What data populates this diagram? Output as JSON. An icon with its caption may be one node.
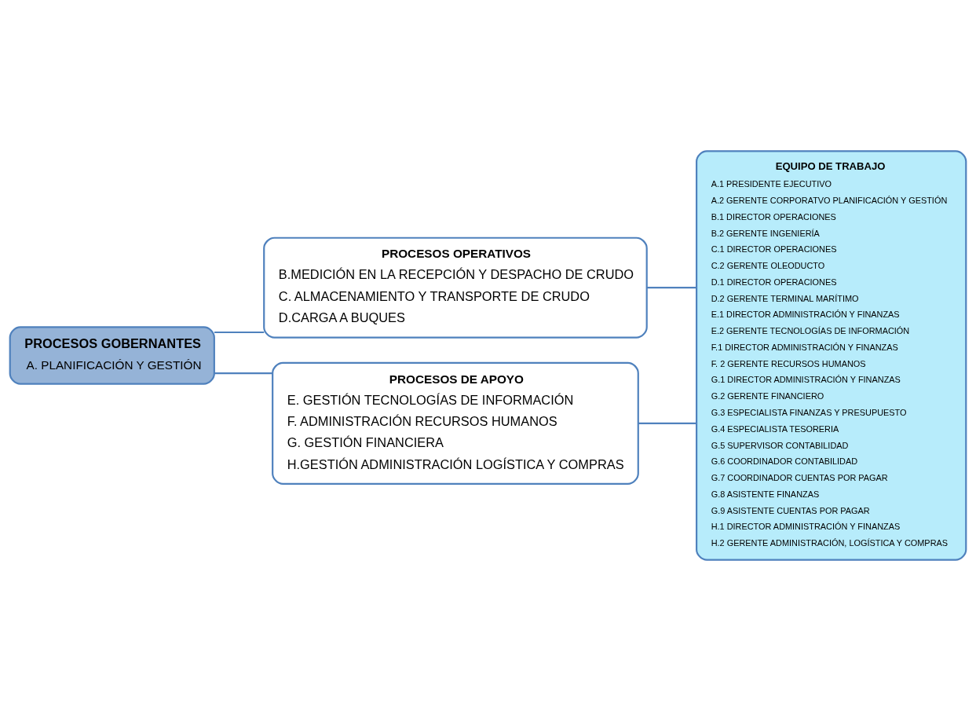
{
  "diagram": {
    "nodes": [
      {
        "text": [
          "PROCESOS GOBERNANTES",
          "A. PLANIFICACIÓN Y GESTIÓN"
        ]
      },
      {
        "text": [
          "PROCESOS OPERATIVOS",
          "B.MEDICIÓN EN LA RECEPCIÓN Y DESPACHO DE CRUDO",
          "C. ALMACENAMIENTO Y TRANSPORTE DE CRUDO",
          "D.CARGA A BUQUES"
        ]
      },
      {
        "text": [
          "PROCESOS DE APOYO",
          "E. GESTIÓN TECNOLOGÍAS DE INFORMACIÓN",
          "F. ADMINISTRACIÓN RECURSOS HUMANOS",
          "G. GESTIÓN FINANCIERA",
          "H.GESTIÓN ADMINISTRACIÓN LOGÍSTICA Y COMPRAS"
        ]
      },
      {
        "text": [
          "EQUIPO DE TRABAJO",
          "A.1 PRESIDENTE EJECUTIVO",
          "A.2 GERENTE CORPORATVO PLANIFICACIÓN Y GESTIÓN",
          "B.1 DIRECTOR OPERACIONES",
          "B.2 GERENTE INGENIERÍA",
          "C.1 DIRECTOR OPERACIONES",
          "C.2 GERENTE OLEODUCTO",
          "D.1 DIRECTOR OPERACIONES",
          "D.2 GERENTE TERMINAL MARÍTIMO",
          "E.1 DIRECTOR ADMINISTRACIÓN Y FINANZAS",
          "E.2 GERENTE TECNOLOGÍAS DE INFORMACIÓN",
          "F.1 DIRECTOR ADMINISTRACIÓN Y FINANZAS",
          "F. 2 GERENTE RECURSOS HUMANOS",
          "G.1 DIRECTOR ADMINISTRACIÓN Y FINANZAS",
          "G.2 GERENTE FINANCIERO",
          "G.3 ESPECIALISTA FINANZAS Y PRESUPUESTO",
          "G.4 ESPECIALISTA TESORERIA",
          "G.5 SUPERVISOR CONTABILIDAD",
          "G.6 COORDINADOR CONTABILIDAD",
          "G.7 COORDINADOR CUENTAS POR PAGAR",
          "G.8 ASISTENTE FINANZAS",
          "G.9 ASISTENTE CUENTAS POR PAGAR",
          "H.1 DIRECTOR ADMINISTRACIÓN Y FINANZAS",
          "H.2 GERENTE ADMINISTRACIÓN, LOGÍSTICA Y COMPRAS"
        ]
      }
    ],
    "edges": [
      {
        "from": 0,
        "to": 1,
        "arrow": "none"
      },
      {
        "from": 0,
        "to": 2,
        "arrow": "none"
      },
      {
        "from": 1,
        "to": 3,
        "arrow": "none"
      },
      {
        "from": 2,
        "to": 3,
        "arrow": "none"
      }
    ]
  }
}
